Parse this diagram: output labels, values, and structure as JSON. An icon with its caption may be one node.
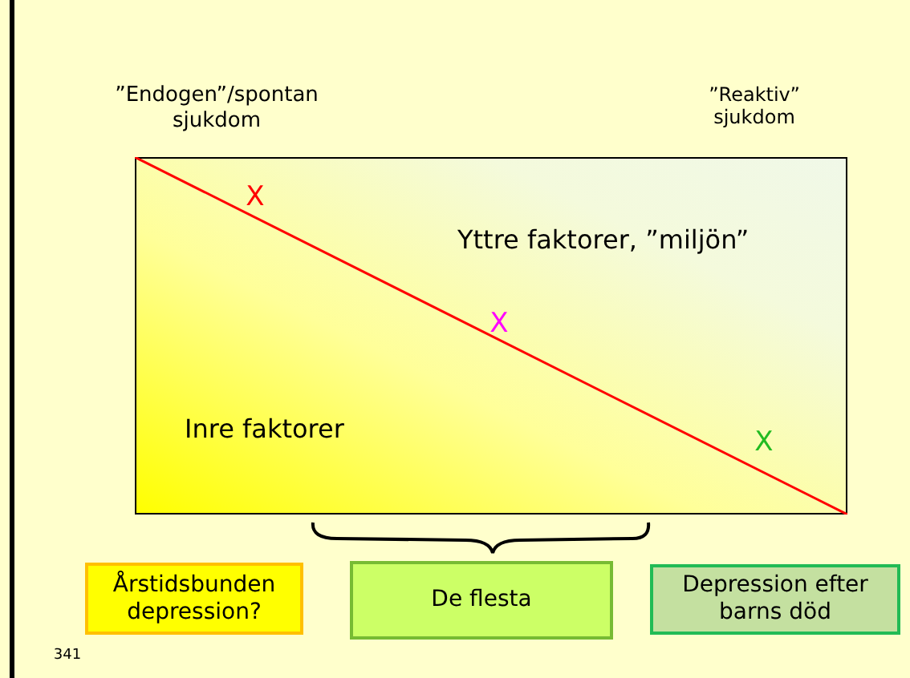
{
  "diagram": {
    "nodes": [
      {
        "text": [
          "Yttre faktorer, ”miljön”",
          "Inre faktorer"
        ]
      },
      {
        "text": [
          "Årstidsbunden depression?"
        ]
      },
      {
        "text": [
          "De flesta"
        ]
      },
      {
        "text": [
          "Depression efter barns död"
        ]
      }
    ],
    "labels": [
      "”Endogen”/spontan sjukdom",
      "”Reaktiv” sjukdom",
      "X",
      "X",
      "X",
      "341"
    ]
  }
}
